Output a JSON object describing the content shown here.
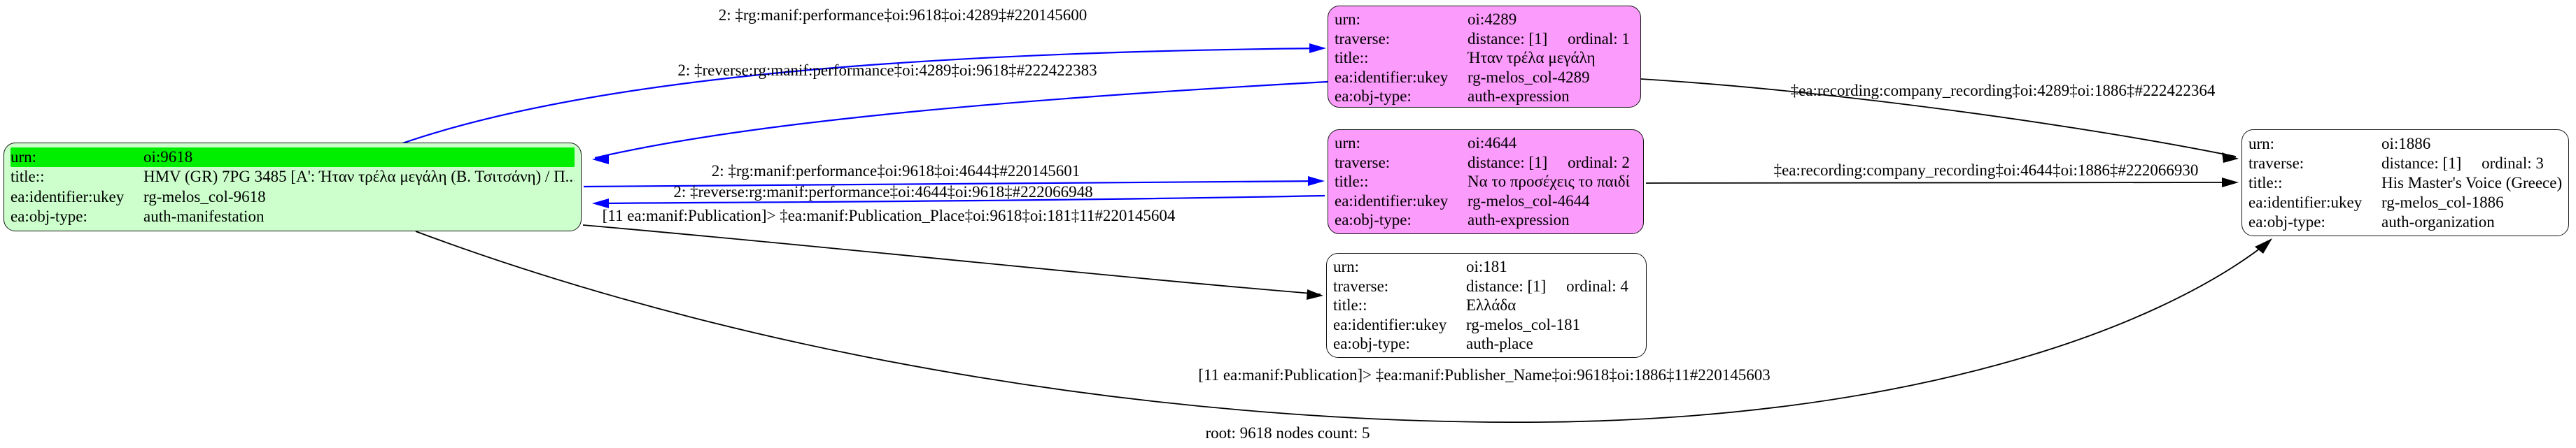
{
  "graph": {
    "label": "root: 9618 nodes count: 5",
    "colors": {
      "node_root_fill": "#ccffcc",
      "node_root_highlight": "#00ef00",
      "node_expression_fill": "#fb9bfb",
      "node_plain_fill": "#ffffff",
      "edge_traverse": "#0000ff",
      "edge_plain": "#000000",
      "border": "#151515"
    },
    "nodes": [
      {
        "id": "oi:9618",
        "kind": "root-manifestation",
        "rows": [
          {
            "key": "urn:",
            "value": "oi:9618",
            "highlight": true
          },
          {
            "key": "title::",
            "value": "HMV (GR) 7PG 3485 [A': Ήταν τρέλα μεγάλη (Β. Τσιτσάνη) / Π..."
          },
          {
            "key": "ea:identifier:ukey",
            "value": "rg-melos_col-9618"
          },
          {
            "key": "ea:obj-type:",
            "value": "auth-manifestation"
          }
        ]
      },
      {
        "id": "oi:4289",
        "kind": "expression",
        "rows": [
          {
            "key": "urn:",
            "value": "oi:4289"
          },
          {
            "key": "traverse:",
            "value": "distance: [1]     ordinal: 1"
          },
          {
            "key": "title::",
            "value": "Ήταν τρέλα μεγάλη"
          },
          {
            "key": "ea:identifier:ukey",
            "value": "rg-melos_col-4289"
          },
          {
            "key": "ea:obj-type:",
            "value": "auth-expression"
          }
        ]
      },
      {
        "id": "oi:4644",
        "kind": "expression",
        "rows": [
          {
            "key": "urn:",
            "value": "oi:4644"
          },
          {
            "key": "traverse:",
            "value": "distance: [1]     ordinal: 2"
          },
          {
            "key": "title::",
            "value": "Να το προσέχεις το παιδί"
          },
          {
            "key": "ea:identifier:ukey",
            "value": "rg-melos_col-4644"
          },
          {
            "key": "ea:obj-type:",
            "value": "auth-expression"
          }
        ]
      },
      {
        "id": "oi:181",
        "kind": "place",
        "rows": [
          {
            "key": "urn:",
            "value": "oi:181"
          },
          {
            "key": "traverse:",
            "value": "distance: [1]     ordinal: 4"
          },
          {
            "key": "title::",
            "value": "Ελλάδα"
          },
          {
            "key": "ea:identifier:ukey",
            "value": "rg-melos_col-181"
          },
          {
            "key": "ea:obj-type:",
            "value": "auth-place"
          }
        ]
      },
      {
        "id": "oi:1886",
        "kind": "organization",
        "rows": [
          {
            "key": "urn:",
            "value": "oi:1886"
          },
          {
            "key": "traverse:",
            "value": "distance: [1]     ordinal: 3"
          },
          {
            "key": "title::",
            "value": "His Master's Voice (Greece)"
          },
          {
            "key": "ea:identifier:ukey",
            "value": "rg-melos_col-1886"
          },
          {
            "key": "ea:obj-type:",
            "value": "auth-organization"
          }
        ]
      }
    ],
    "edges": [
      {
        "from": "oi:9618",
        "to": "oi:4289",
        "color": "#0000ff",
        "label": "2: ‡rg:manif:performance‡oi:9618‡oi:4289‡#220145600"
      },
      {
        "from": "oi:4289",
        "to": "oi:9618",
        "color": "#0000ff",
        "label": "2: ‡reverse:rg:manif:performance‡oi:4289‡oi:9618‡#222422383"
      },
      {
        "from": "oi:9618",
        "to": "oi:4644",
        "color": "#0000ff",
        "label": "2: ‡rg:manif:performance‡oi:9618‡oi:4644‡#220145601"
      },
      {
        "from": "oi:4644",
        "to": "oi:9618",
        "color": "#0000ff",
        "label": "2: ‡reverse:rg:manif:performance‡oi:4644‡oi:9618‡#222066948"
      },
      {
        "from": "oi:9618",
        "to": "oi:181",
        "color": "#000000",
        "label": "[11 ea:manif:Publication]> ‡ea:manif:Publication_Place‡oi:9618‡oi:181‡11#220145604"
      },
      {
        "from": "oi:4289",
        "to": "oi:1886",
        "color": "#000000",
        "label": "‡ea:recording:company_recording‡oi:4289‡oi:1886‡#222422364"
      },
      {
        "from": "oi:4644",
        "to": "oi:1886",
        "color": "#000000",
        "label": "‡ea:recording:company_recording‡oi:4644‡oi:1886‡#222066930"
      },
      {
        "from": "oi:9618",
        "to": "oi:1886",
        "color": "#000000",
        "label": "[11 ea:manif:Publication]> ‡ea:manif:Publisher_Name‡oi:9618‡oi:1886‡11#220145603"
      }
    ]
  }
}
